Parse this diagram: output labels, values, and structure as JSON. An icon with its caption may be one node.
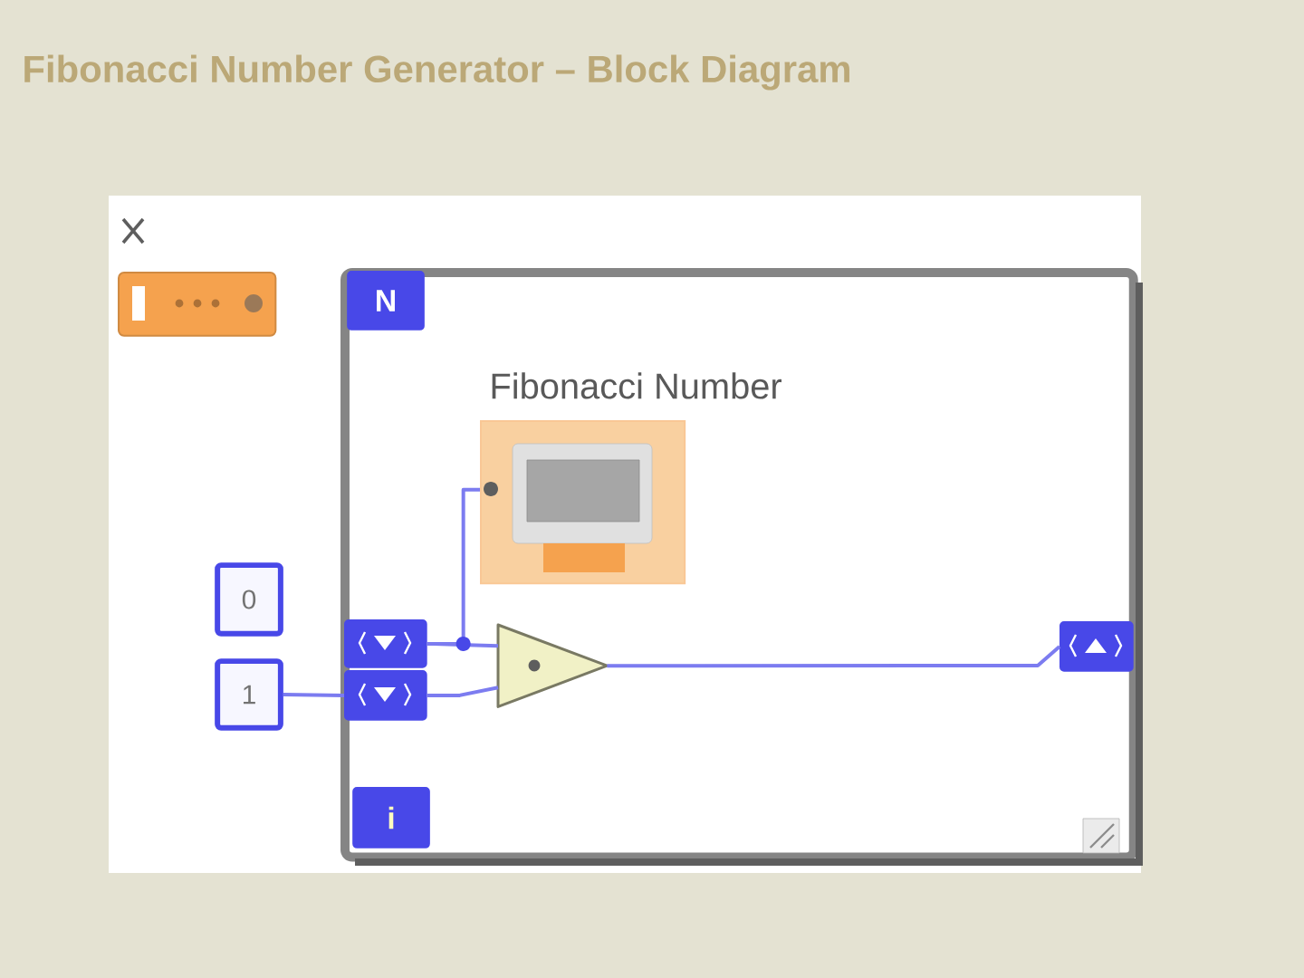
{
  "diagram": {
    "title": "Fibonacci Number Generator – Block Diagram",
    "nodes": [
      {
        "text": [],
        "shape": "box"
      },
      {
        "text": [],
        "shape": "box"
      },
      {
        "text": [
          "N"
        ],
        "in": 1
      },
      {
        "text": [
          "Fibonacci Number"
        ],
        "in": 1
      },
      {
        "text": [
          "0"
        ]
      },
      {
        "text": [
          "1"
        ]
      },
      {
        "text": [],
        "shape": "box",
        "in": 1
      },
      {
        "text": [],
        "shape": "box",
        "in": 1
      },
      {
        "text": [],
        "shape": "triangle",
        "in": 1
      },
      {
        "text": [],
        "shape": "box",
        "in": 1
      },
      {
        "text": [
          "i"
        ],
        "in": 1
      }
    ],
    "edges": [
      {
        "from": 5,
        "to": 7,
        "arrow": "none"
      },
      {
        "from": 6,
        "to": 8,
        "arrow": "none"
      },
      {
        "from": 6,
        "to": 3,
        "arrow": "none"
      },
      {
        "from": 7,
        "to": 8,
        "arrow": "none"
      },
      {
        "from": 8,
        "to": 9,
        "arrow": "none"
      }
    ]
  }
}
